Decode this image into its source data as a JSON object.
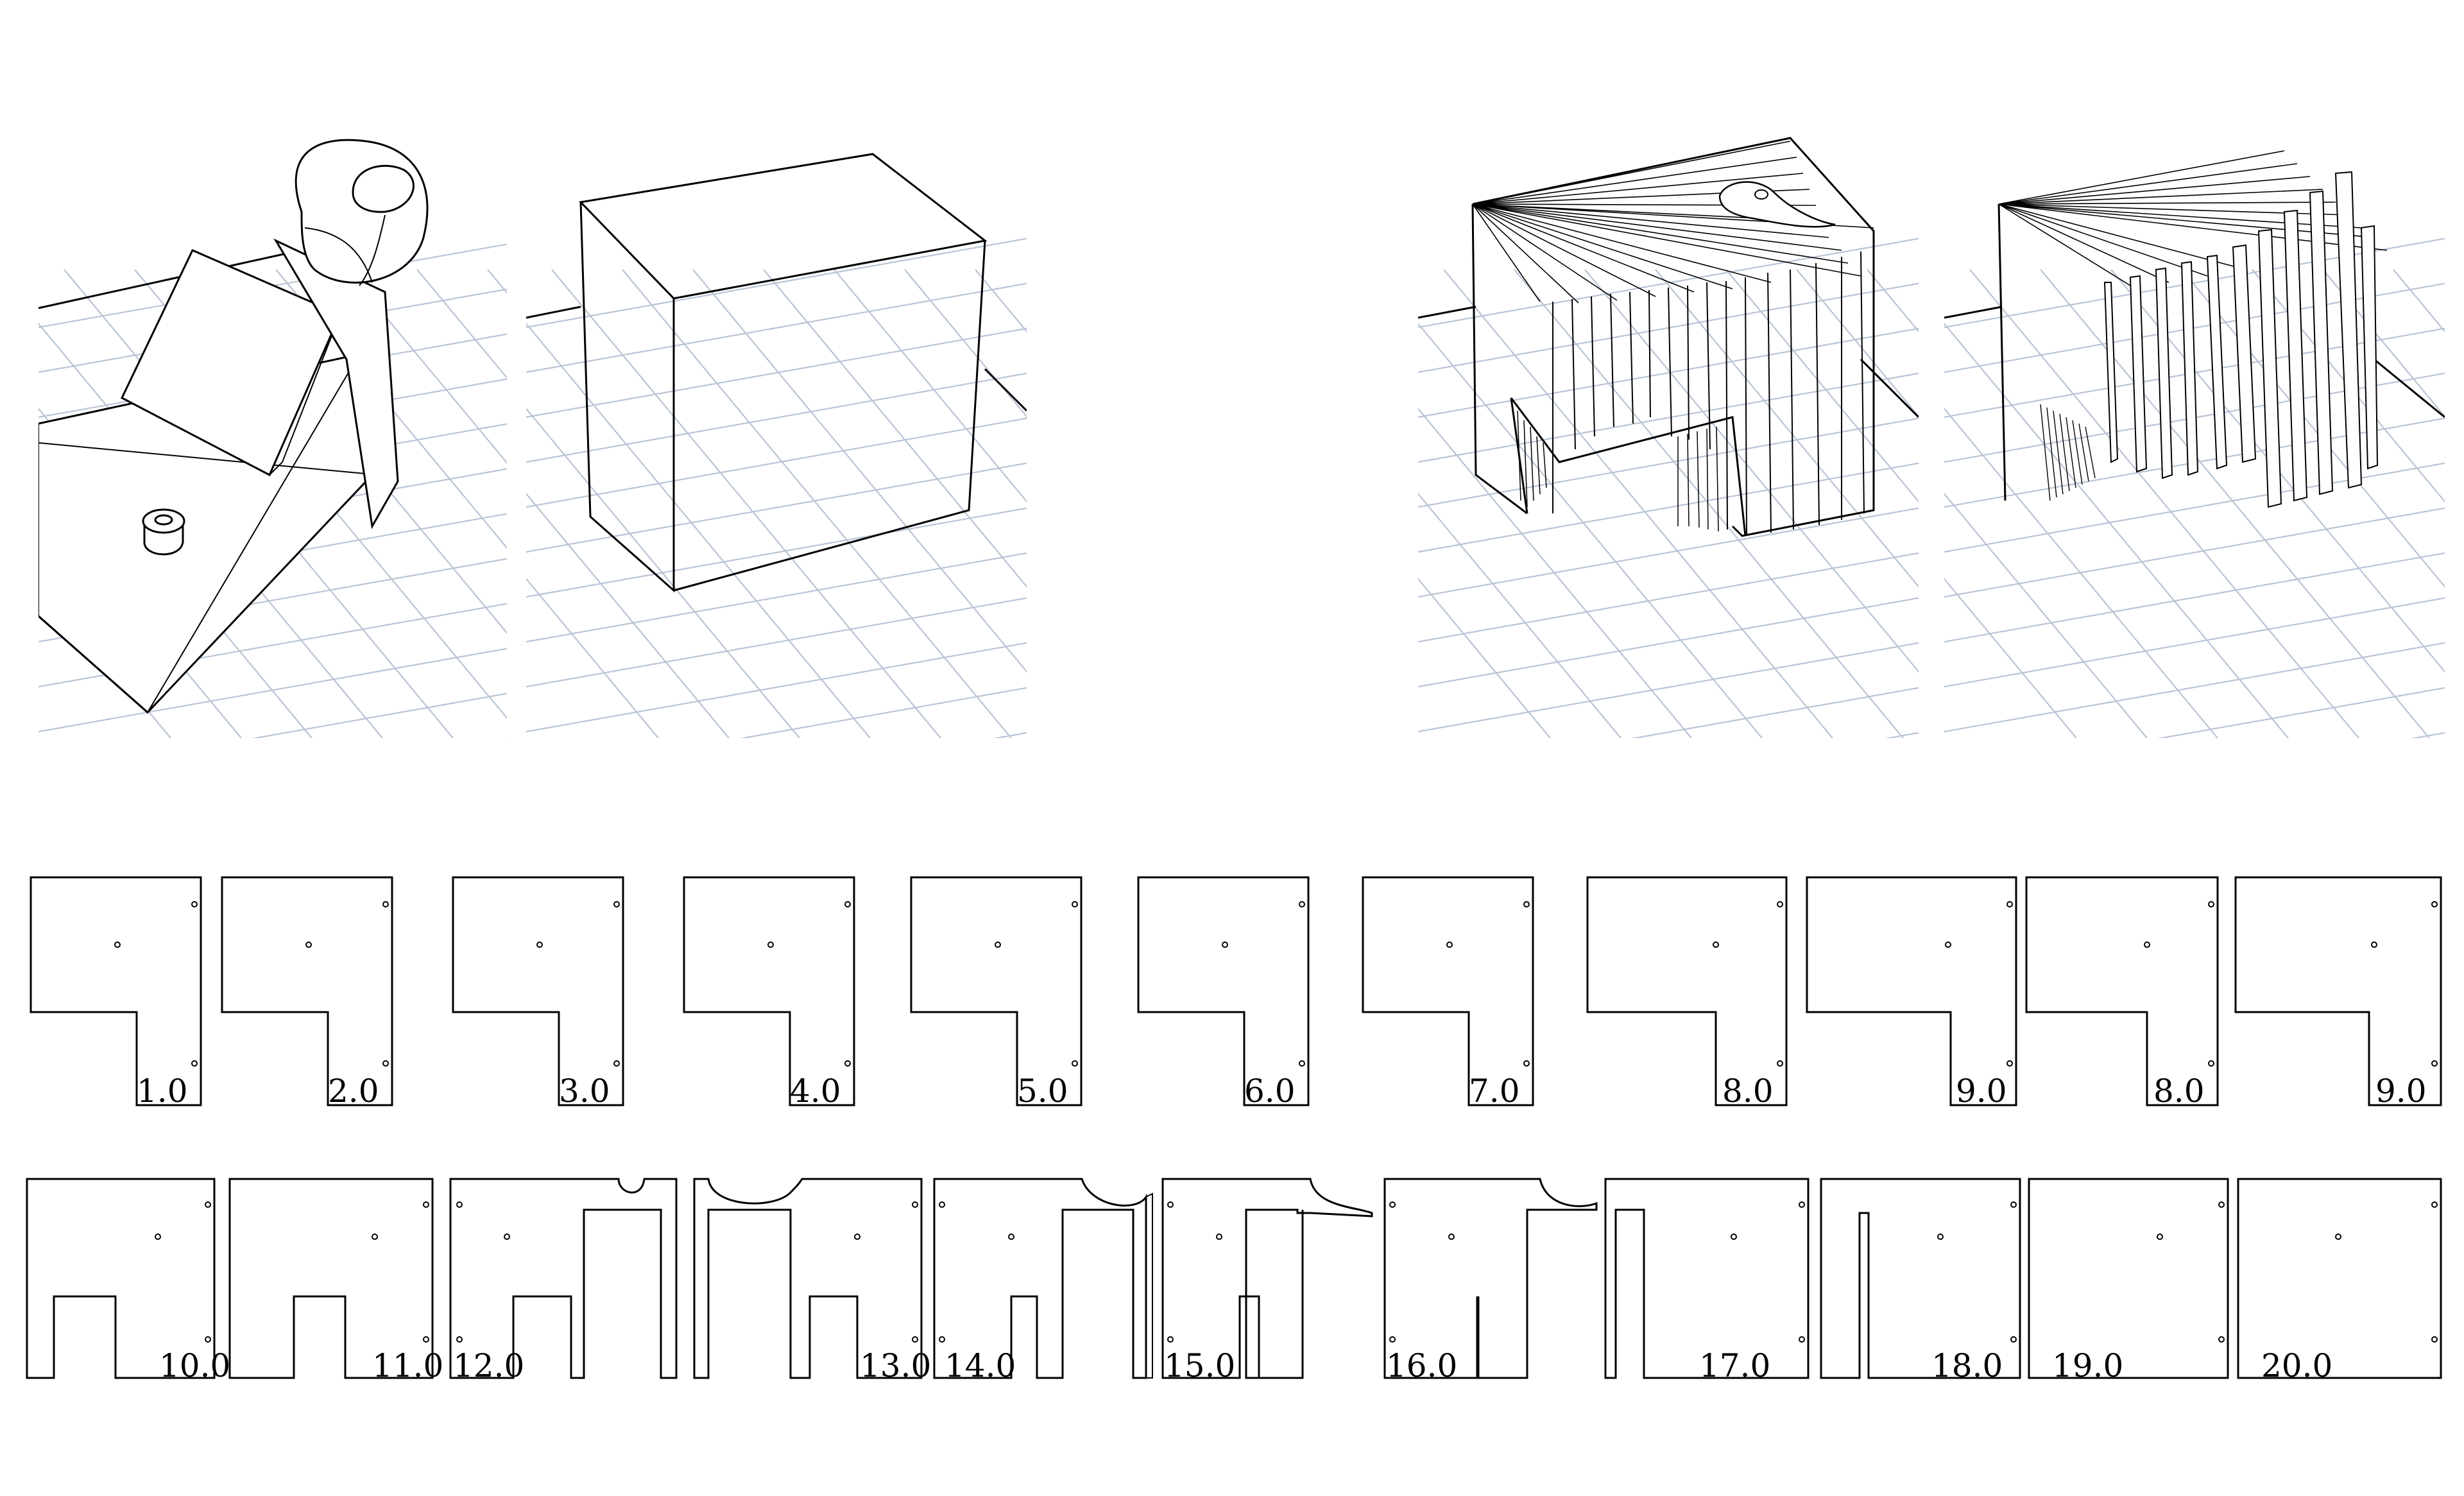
{
  "row1_labels": [
    "1.0",
    "2.0",
    "3.0",
    "4.0",
    "5.0",
    "6.0",
    "7.0",
    "8.0",
    "9.0",
    "8.0",
    "9.0"
  ],
  "row2_labels": [
    "10.0",
    "11.0",
    "12.0",
    "13.0",
    "14.0",
    "15.0",
    "16.0",
    "17.0",
    "18.0",
    "19.0",
    "20.0"
  ],
  "colors": {
    "grid": "#b9c4d6",
    "line": "#000000",
    "background": "#ffffff"
  }
}
